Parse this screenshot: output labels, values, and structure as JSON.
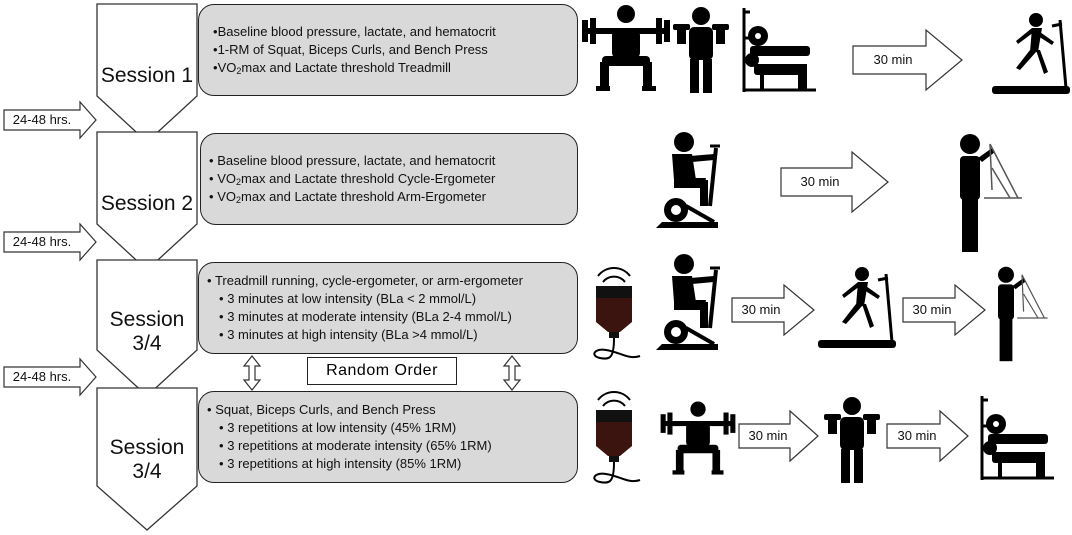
{
  "sessions": [
    {
      "label": "Session 1",
      "bullets": [
        {
          "text": "Baseline blood pressure, lactate, and hematocrit"
        },
        {
          "text": "1-RM of Squat, Biceps Curls, and Bench Press"
        },
        {
          "pre": "VO",
          "sub": "2",
          "post": "max and Lactate threshold Treadmill"
        }
      ]
    },
    {
      "label": "Session 2",
      "bullets": [
        {
          "text": "Baseline blood pressure, lactate, and hematocrit"
        },
        {
          "pre": "VO",
          "sub": "2",
          "post": "max and Lactate threshold Cycle-Ergometer"
        },
        {
          "pre": "VO",
          "sub": "2",
          "post": "max and Lactate threshold Arm-Ergometer"
        }
      ]
    },
    {
      "label_line1": "Session",
      "label_line2": "3/4",
      "bullets": [
        {
          "text": "Treadmill running, cycle-ergometer, or arm-ergometer"
        },
        {
          "text": "3 minutes at low intensity (BLa < 2 mmol/L)"
        },
        {
          "text": "3 minutes at moderate intensity (BLa 2-4 mmol/L)"
        },
        {
          "text": "3 minutes at high intensity (BLa >4 mmol/L)"
        }
      ]
    },
    {
      "label_line1": "Session",
      "label_line2": "3/4",
      "bullets": [
        {
          "text": "Squat, Biceps Curls, and Bench Press"
        },
        {
          "text": "3 repetitions at low intensity (45% 1RM)"
        },
        {
          "text": "3 repetitions at moderate intensity (65% 1RM)"
        },
        {
          "text": "3 repetitions at high intensity (85% 1RM)"
        }
      ]
    }
  ],
  "gap_label": "24-48 hrs.",
  "rest_label": "30 min",
  "random_order": "Random Order",
  "bullet_char": "•"
}
